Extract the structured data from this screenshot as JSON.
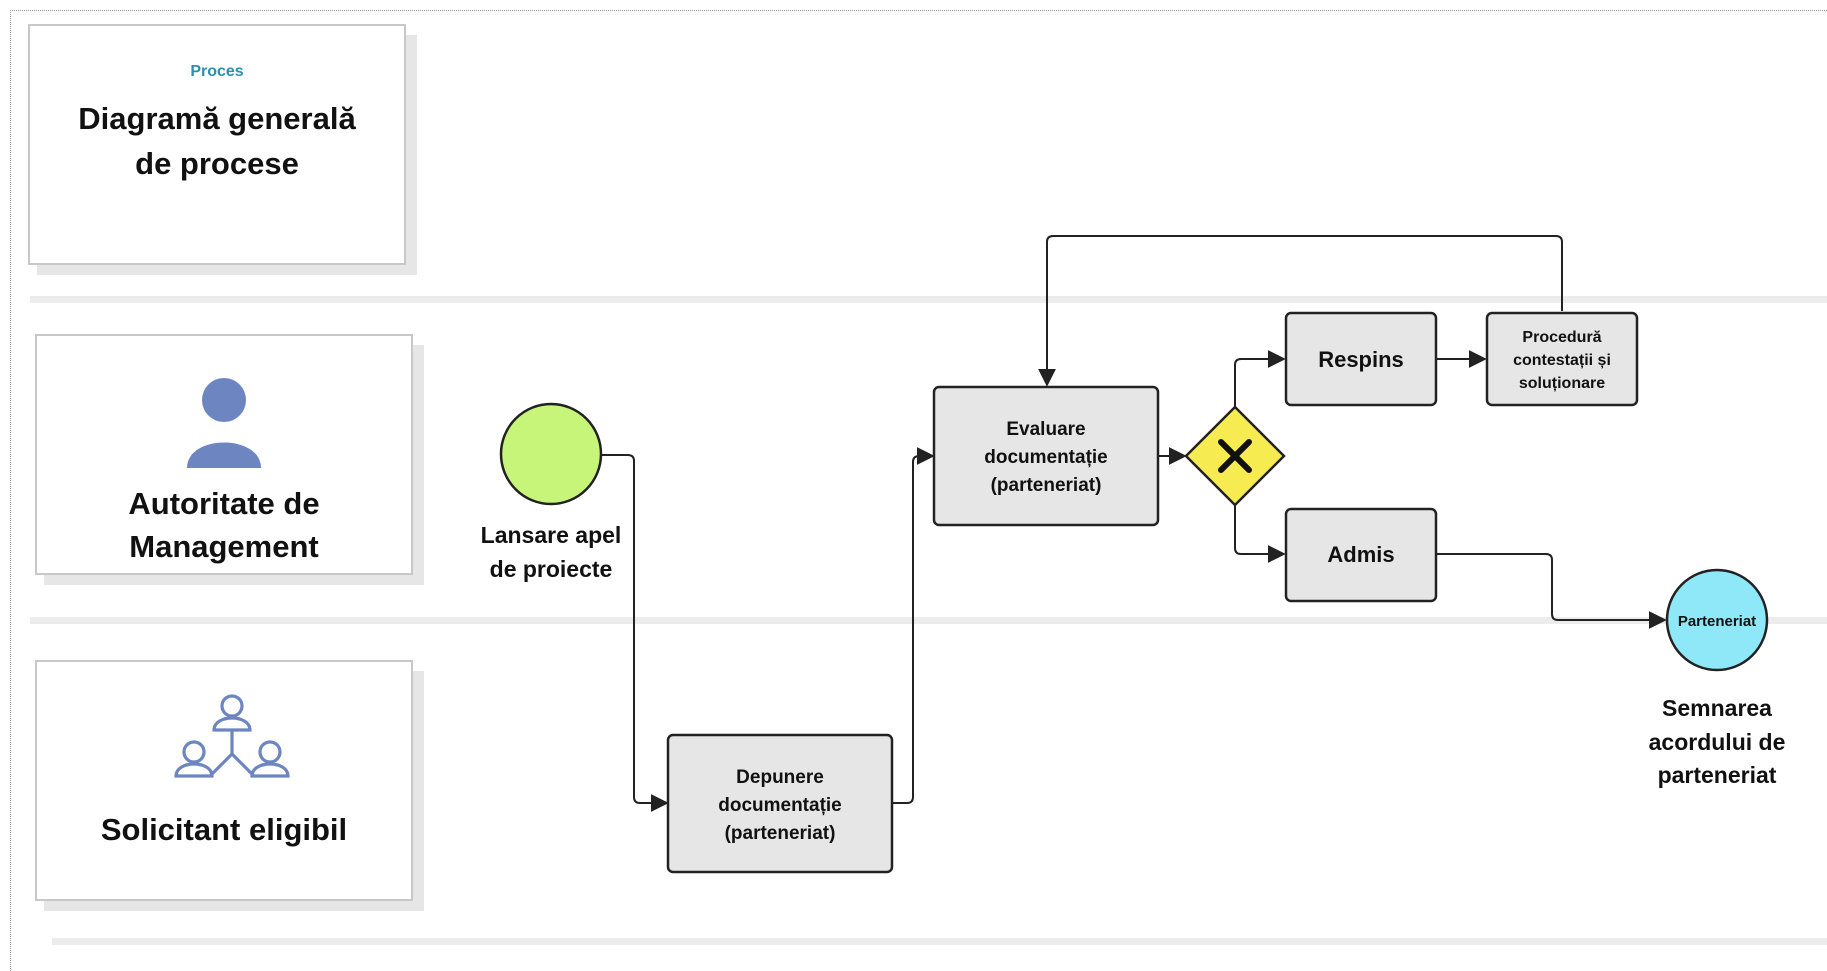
{
  "header": {
    "kicker": "Proces",
    "title_line1": "Diagramă generală",
    "title_line2": "de procese"
  },
  "lanes": [
    {
      "title_line1": "Autoritate de",
      "title_line2": "Management",
      "icon": "person-icon"
    },
    {
      "title_line1": "Solicitant eligibil",
      "title_line2": "",
      "icon": "group-network-icon"
    }
  ],
  "nodes": {
    "start_event": {
      "label_line1": "Lansare apel",
      "label_line2": "de proiecte"
    },
    "depunere": {
      "line1": "Depunere",
      "line2": "documentație",
      "line3": "(parteneriat)"
    },
    "evaluare": {
      "line1": "Evaluare",
      "line2": "documentație",
      "line3": "(parteneriat)"
    },
    "respins": {
      "label": "Respins"
    },
    "admis": {
      "label": "Admis"
    },
    "procedura": {
      "line1": "Procedură",
      "line2": "contestații și",
      "line3": "soluționare"
    },
    "end_event": {
      "inner": "Parteneriat",
      "label_line1": "Semnarea",
      "label_line2": "acordului de",
      "label_line3": "parteneriat"
    }
  },
  "colors": {
    "kicker": "#2a8fb0",
    "start_event": "#c6f57a",
    "end_event": "#8fe8f8",
    "gateway": "#f6ec52",
    "task_fill": "#e6e6e6",
    "icon": "#6d85c0"
  }
}
